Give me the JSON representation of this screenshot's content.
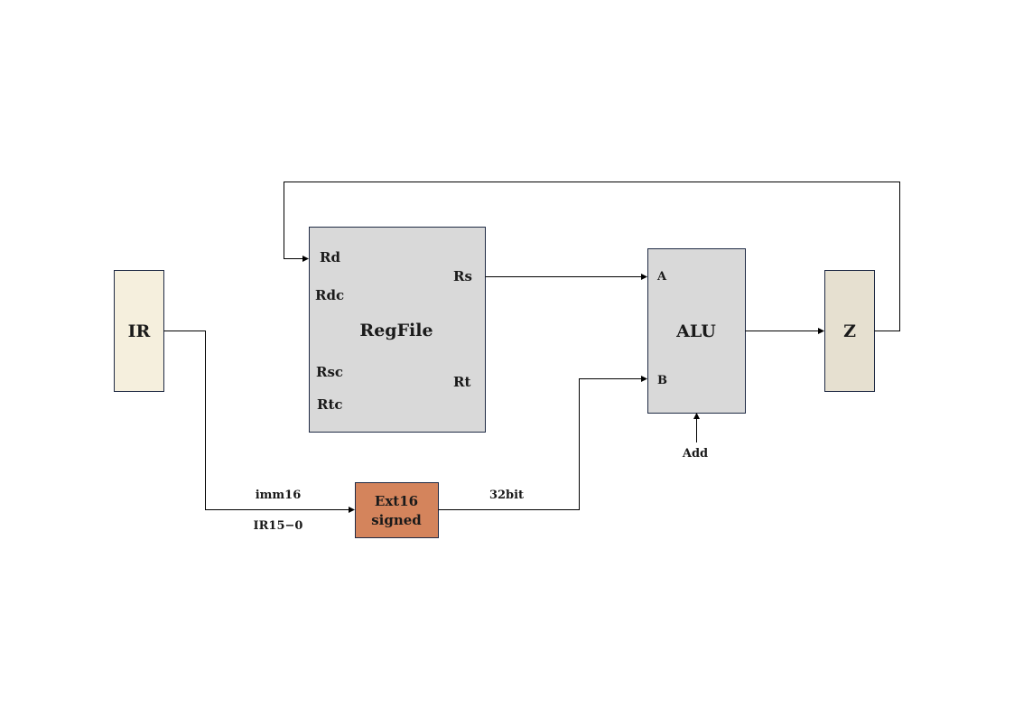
{
  "diagram": {
    "colors": {
      "ir_fill": "#f5efdd",
      "regfile_fill": "#d9d9d9",
      "alu_fill": "#d9d9d9",
      "z_fill": "#e6e0d0",
      "ext_fill": "#d4845c",
      "border": "#1f2a44",
      "wire": "#000000"
    },
    "ir": {
      "label": "IR"
    },
    "regfile": {
      "label": "RegFile",
      "ports": {
        "rd": "Rd",
        "rdc": "Rdc",
        "rsc": "Rsc",
        "rtc": "Rtc",
        "rs": "Rs",
        "rt": "Rt"
      }
    },
    "alu": {
      "label": "ALU",
      "port_a": "A",
      "port_b": "B",
      "control": "Add"
    },
    "z": {
      "label": "Z"
    },
    "ext": {
      "line1": "Ext16",
      "line2": "signed"
    },
    "wires": {
      "imm16": "imm16",
      "ir_range": "IR15−0",
      "bit32": "32bit"
    }
  }
}
